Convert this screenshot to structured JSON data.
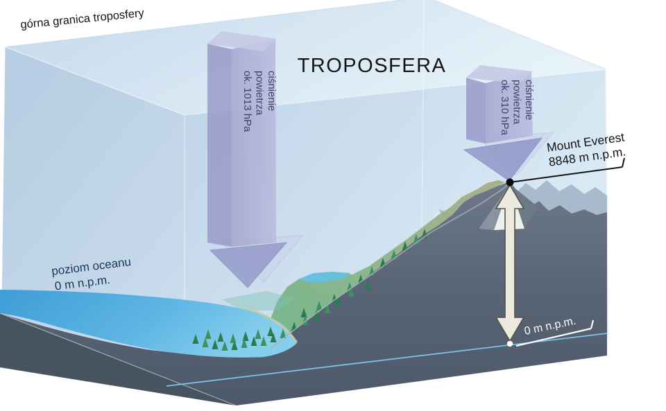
{
  "diagram": {
    "title": "TROPOSFERA",
    "upper_boundary_label": "górna granica troposfery",
    "ocean_level": {
      "line1": "poziom oceanu",
      "line2": "0 m n.p.m."
    },
    "sea_level_marker": "0 m n.p.m.",
    "everest": {
      "line1": "Mount Everest",
      "line2": "8848 m n.p.m."
    },
    "pressure_sea_level": {
      "line1": "ciśnienie",
      "line2": "powietrza",
      "line3": "ok. 1013 hPa"
    },
    "pressure_everest": {
      "line1": "ciśnienie",
      "line2": "powietrza",
      "line3": "ok. 310 hPa"
    }
  },
  "colors": {
    "box_sky_left": "#b9cfe4",
    "box_sky_right": "#ddeef7",
    "box_top_face": "#d2e4f1",
    "arrow_column_front": "#aeb0d6",
    "arrow_column_side": "#989bc9",
    "arrow_column_cap": "#c6c9e4",
    "arrow_head": "#8c90c4",
    "arrow_head_back": "#c9cbe7",
    "arrow_text": "#3d4268",
    "mountain_gray": "#5d6979",
    "crust_dark": "#475360",
    "ocean_blue": "#4aa5da",
    "lake_blue": "#68c0dd",
    "forest_green": "#2c7a50",
    "cyan_line": "#7cc3e8",
    "white_arrow_fill": "#eceadf",
    "label_black": "#131313",
    "ocean_label_navy": "#16355a"
  }
}
